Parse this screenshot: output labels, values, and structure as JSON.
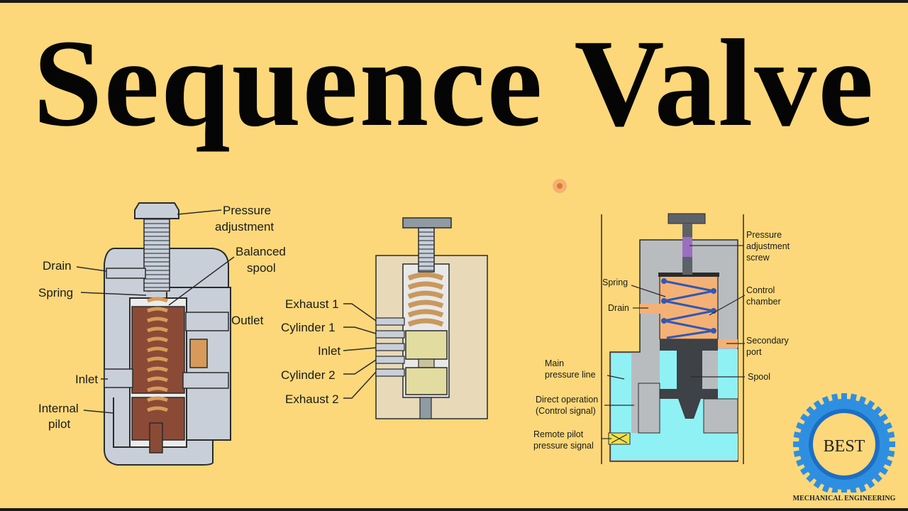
{
  "title": "Sequence Valve",
  "colors": {
    "background": "#fcd87a",
    "casing": "#c9cfd8",
    "body_light": "#ebebeb",
    "spring": "#d89a58",
    "spool": "#8a4a36",
    "oil_cyan": "#8ff1f4",
    "oil_orange": "#f4b175",
    "gear_blue": "#2e8fe0"
  },
  "diagram1": {
    "labels": {
      "pressure_adjustment_1": "Pressure",
      "pressure_adjustment_2": "adjustment",
      "balanced_spool_1": "Balanced",
      "balanced_spool_2": "spool",
      "drain": "Drain",
      "spring": "Spring",
      "outlet": "Outlet",
      "inlet": "Inlet",
      "internal_pilot_1": "Internal",
      "internal_pilot_2": "pilot"
    }
  },
  "diagram2": {
    "labels": {
      "exhaust1": "Exhaust 1",
      "cylinder1": "Cylinder 1",
      "inlet": "Inlet",
      "cylinder2": "Cylinder 2",
      "exhaust2": "Exhaust 2"
    }
  },
  "diagram3": {
    "labels": {
      "pressure_screw_1": "Pressure",
      "pressure_screw_2": "adjustment",
      "pressure_screw_3": "screw",
      "spring": "Spring",
      "drain": "Drain",
      "control_chamber_1": "Control",
      "control_chamber_2": "chamber",
      "secondary_port_1": "Secondary",
      "secondary_port_2": "port",
      "main_pressure_1": "Main",
      "main_pressure_2": "pressure line",
      "spool": "Spool",
      "direct_op_1": "Direct operation",
      "direct_op_2": "(Control signal)",
      "remote_pilot_1": "Remote pilot",
      "remote_pilot_2": "pressure signal"
    }
  },
  "logo": {
    "text": "BEST",
    "subtitle": "MECHANICAL ENGINEERING"
  }
}
